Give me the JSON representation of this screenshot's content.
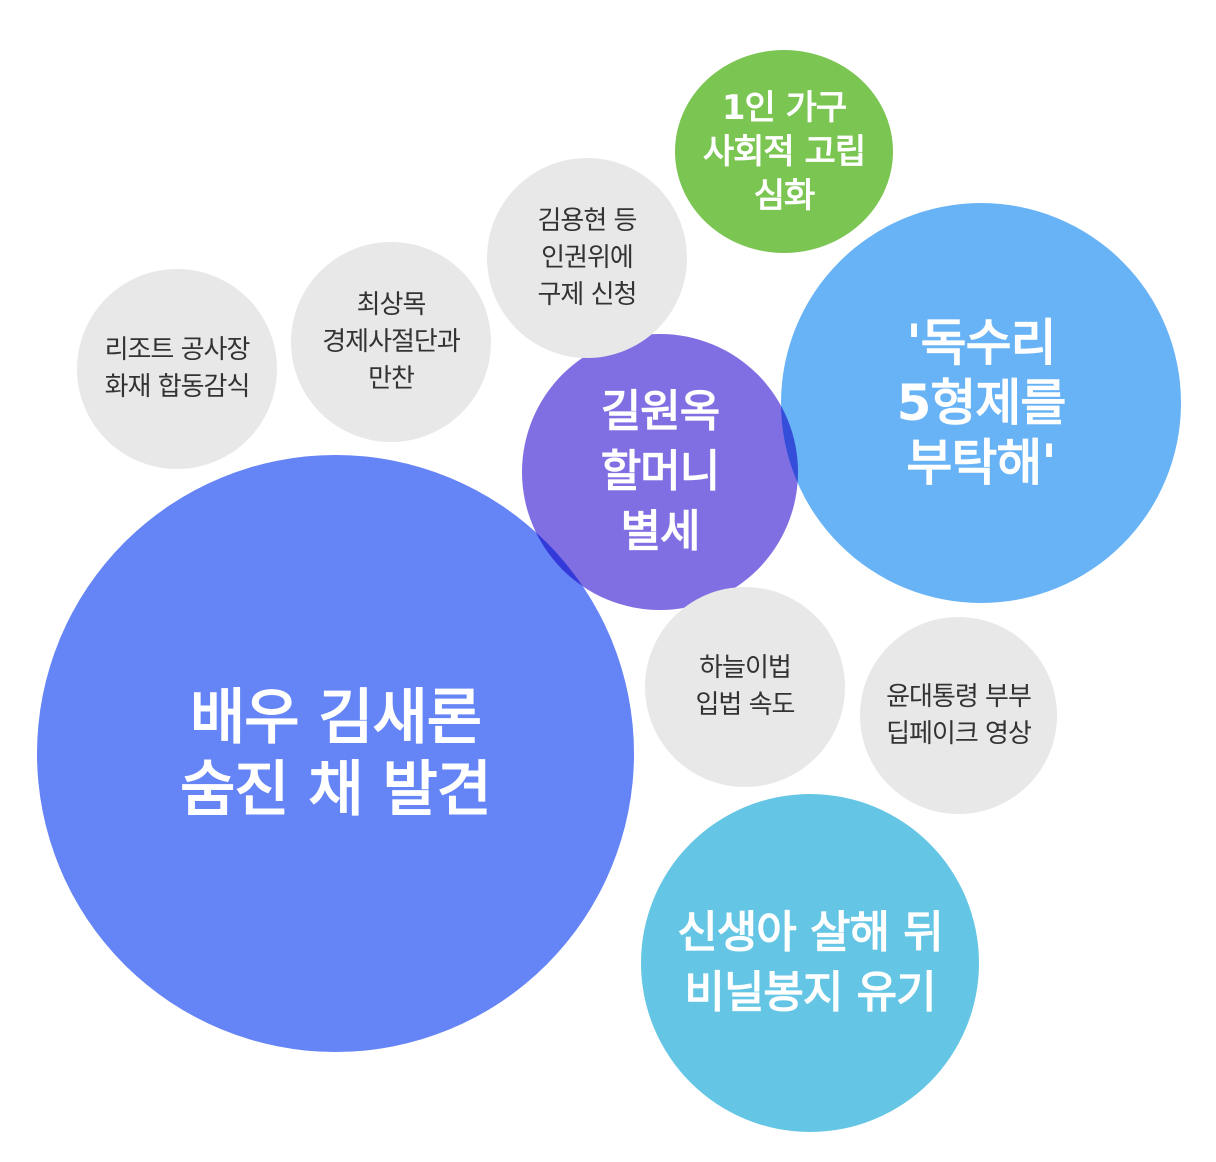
{
  "bubbles": [
    {
      "id": "saeron",
      "lines": [
        "배우 김새론",
        "숨진 채 발견"
      ],
      "color": "#6584F5",
      "text_color": "#FFFFFF"
    },
    {
      "id": "dokdo",
      "lines": [
        "'독수리",
        "5형제를",
        "부탁해'"
      ],
      "color": "#68B3F6",
      "text_color": "#FFFFFF"
    },
    {
      "id": "newborn",
      "lines": [
        "신생아 살해 뒤",
        "비닐봉지 유기"
      ],
      "color": "#64C6E4",
      "text_color": "#FFFFFF"
    },
    {
      "id": "grandma",
      "lines": [
        "길원옥",
        "할머니",
        "별세"
      ],
      "color": "#806FE2",
      "text_color": "#FFFFFF"
    },
    {
      "id": "single",
      "lines": [
        "1인 가구",
        "사회적 고립",
        "심화"
      ],
      "color": "#7BC552",
      "text_color": "#FFFFFF"
    },
    {
      "id": "resort",
      "lines": [
        "리조트 공사장",
        "화재 합동감식"
      ],
      "color": "#E8E8E8",
      "text_color": "#333333"
    },
    {
      "id": "choi",
      "lines": [
        "최상목",
        "경제사절단과",
        "만찬"
      ],
      "color": "#E8E8E8",
      "text_color": "#333333"
    },
    {
      "id": "kim",
      "lines": [
        "김용현 등",
        "인권위에",
        "구제 신청"
      ],
      "color": "#E8E8E8",
      "text_color": "#333333"
    },
    {
      "id": "haneul",
      "lines": [
        "하늘이법",
        "입법 속도"
      ],
      "color": "#E8E8E8",
      "text_color": "#333333"
    },
    {
      "id": "deepfake",
      "lines": [
        "윤대통령 부부",
        "딥페이크 영상"
      ],
      "color": "#E8E8E8",
      "text_color": "#333333"
    }
  ]
}
